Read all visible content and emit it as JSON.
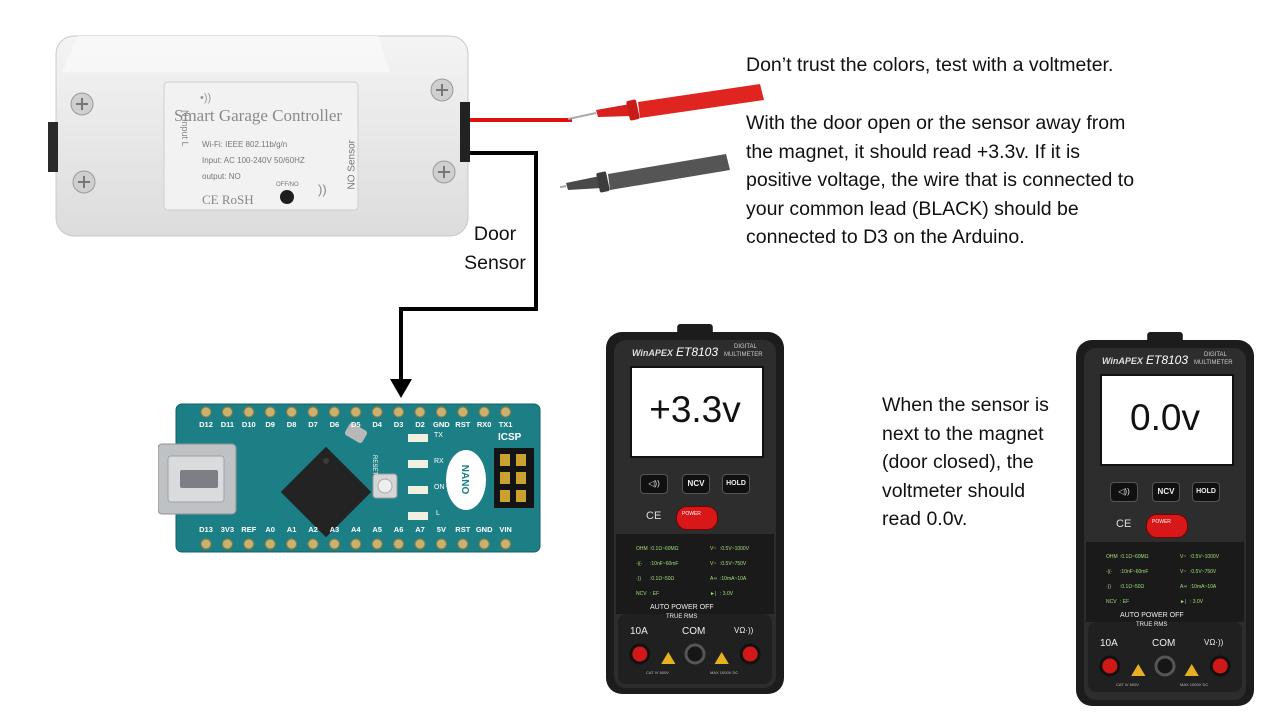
{
  "controller": {
    "title": "Smart Garage Controller",
    "specs": [
      "Wi-Fi: IEEE 802.11b/g/n",
      "Input: AC 100-240V  50/60HZ",
      "output: NO"
    ],
    "side_input": "N   Input   L",
    "side_sensor": "NO Sensor",
    "switch_label": "OFF/NO",
    "cert": "CE RoSH"
  },
  "labels": {
    "door_sensor_line1": "Door",
    "door_sensor_line2": "Sensor"
  },
  "notes": {
    "trust": "Don’t trust the colors, test with a voltmeter.",
    "door_open_lines": [
      "With the door open or the sensor away from",
      "the magnet, it should read +3.3v. If it is",
      "positive voltage, the wire that is connected to",
      "your common lead (BLACK) should be",
      "connected to D3 on the Arduino."
    ],
    "closed_lines": [
      "When the sensor is",
      "next to the magnet",
      "(door closed), the",
      "voltmeter should",
      "read 0.0v."
    ]
  },
  "arduino": {
    "top_pins": [
      "D12",
      "D11",
      "D10",
      "D9",
      "D8",
      "D7",
      "D6",
      "D5",
      "D4",
      "D3",
      "D2",
      "GND",
      "RST",
      "RX0",
      "TX1"
    ],
    "bottom_pins": [
      "D13",
      "3V3",
      "REF",
      "A0",
      "A1",
      "A2",
      "A3",
      "A4",
      "A5",
      "A6",
      "A7",
      "5V",
      "RST",
      "GND",
      "VIN"
    ],
    "icsp": "ICSP",
    "badge": "NANO",
    "reset": "RESET",
    "leds": [
      "TX",
      "RX",
      "ON",
      "L"
    ]
  },
  "meters": [
    {
      "brand": "WinAPEX",
      "model": "ET8103",
      "subtitle_1": "DIGITAL",
      "subtitle_2": "MULTIMETER",
      "reading": "+3.3v",
      "buttons": [
        "◁))",
        "NCV",
        "HOLD"
      ],
      "power": "POWER",
      "ce": "CE",
      "ranges": [
        [
          "OHM",
          ":0.1Ω~60MΩ",
          "V~",
          ":0.5V~1000V"
        ],
        [
          "-|(-",
          ":10nF~60mF",
          "V~",
          ":0.5V~750V"
        ],
        [
          "·))",
          ":0.1Ω~50Ω",
          "A≂",
          ":10mA~10A"
        ],
        [
          "NCV",
          ": EF",
          "►|",
          ": 3.0V"
        ]
      ],
      "auto_off": "AUTO POWER OFF",
      "rms": "TRUE RMS",
      "jacks": [
        "10A",
        "COM",
        "VΩ·))"
      ],
      "warn_1": "CAT IV 600V",
      "warn_2": "MAX 1000V DC"
    },
    {
      "brand": "WinAPEX",
      "model": "ET8103",
      "subtitle_1": "DIGITAL",
      "subtitle_2": "MULTIMETER",
      "reading": "0.0v",
      "buttons": [
        "◁))",
        "NCV",
        "HOLD"
      ],
      "power": "POWER",
      "ce": "CE",
      "ranges": [
        [
          "OHM",
          ":0.1Ω~60MΩ",
          "V~",
          ":0.5V~1000V"
        ],
        [
          "-|(-",
          ":10nF~60mF",
          "V~",
          ":0.5V~750V"
        ],
        [
          "·))",
          ":0.1Ω~50Ω",
          "A≂",
          ":10mA~10A"
        ],
        [
          "NCV",
          ": EF",
          "►|",
          ": 3.0V"
        ]
      ],
      "auto_off": "AUTO POWER OFF",
      "rms": "TRUE RMS",
      "jacks": [
        "10A",
        "COM",
        "VΩ·))"
      ],
      "warn_1": "CAT IV 600V",
      "warn_2": "MAX 1000V DC"
    }
  ],
  "colors": {
    "red_wire": "#e01010",
    "black_wire": "#000000",
    "probe_red": "#d8201c",
    "probe_black": "#4a4a4a",
    "board": "#1d7f86",
    "meter_body": "#2a2a2a"
  }
}
